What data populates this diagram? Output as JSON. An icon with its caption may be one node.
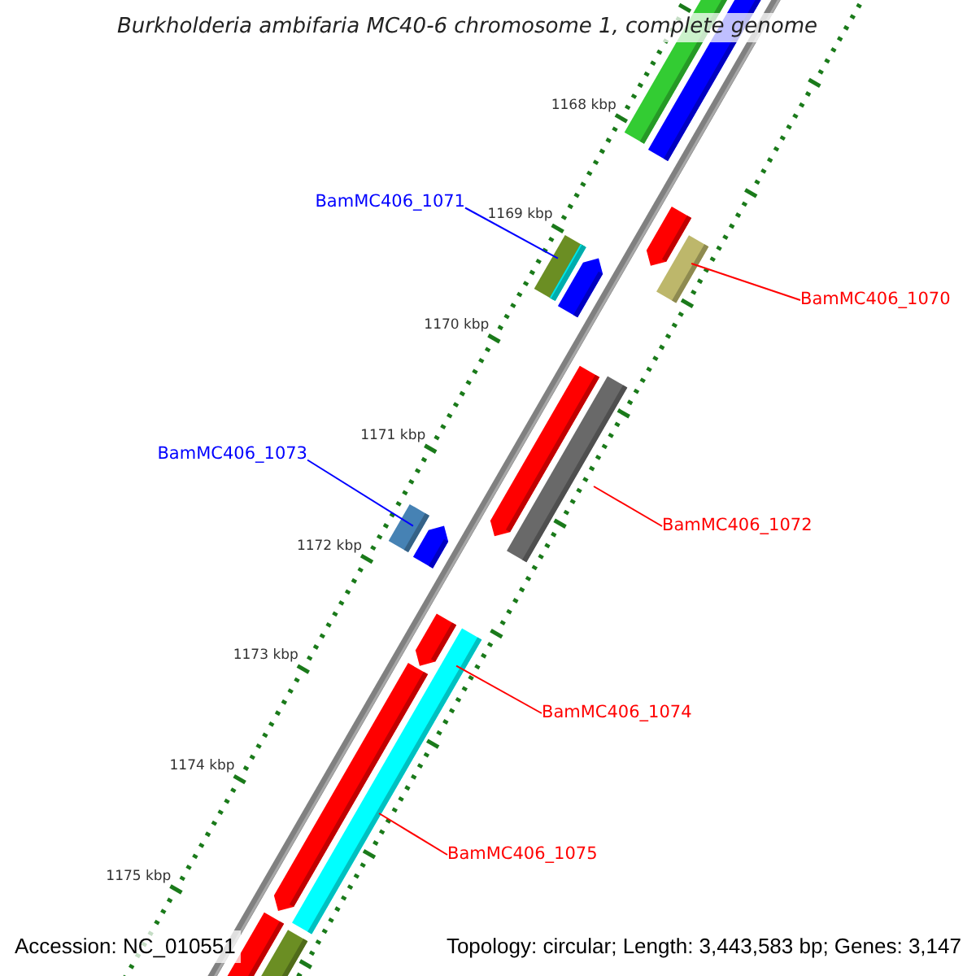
{
  "diagram": {
    "title": "Burkholderia ambifaria MC40-6 chromosome 1, complete genome",
    "nodes": [
      {
        "text": [
          "BamMC406_1071"
        ]
      },
      {
        "text": [],
        "shape": "bar"
      },
      {
        "text": [
          "BamMC406_1070"
        ]
      },
      {
        "text": [],
        "shape": "bar"
      },
      {
        "text": [
          "BamMC406_1073"
        ]
      },
      {
        "text": [],
        "shape": "bar"
      },
      {
        "text": [
          "BamMC406_1072"
        ]
      },
      {
        "text": [],
        "shape": "bar"
      },
      {
        "text": [
          "BamMC406_1074"
        ]
      },
      {
        "text": [],
        "shape": "bar"
      },
      {
        "text": [
          "BamMC406_1075"
        ]
      },
      {
        "text": [],
        "shape": "bar"
      }
    ],
    "edges": [
      {
        "from": 0,
        "to": 1,
        "arrow": "none",
        "color": "#0000ff"
      },
      {
        "from": 2,
        "to": 3,
        "arrow": "none"
      },
      {
        "from": 4,
        "to": 5,
        "arrow": "none",
        "color": "#0000ff"
      },
      {
        "from": 6,
        "to": 7,
        "arrow": "none"
      },
      {
        "from": 8,
        "to": 9,
        "arrow": "none"
      },
      {
        "from": 10,
        "to": 11,
        "arrow": "none"
      }
    ],
    "labels": [
      "1168 kbp",
      "1169 kbp",
      "1170 kbp",
      "1171 kbp",
      "1172 kbp",
      "1173 kbp",
      "1174 kbp",
      "1175 kbp",
      "Accession: NC_010551",
      "Topology: circular; Length: 3,443,583 bp; Genes: 3,147"
    ]
  }
}
